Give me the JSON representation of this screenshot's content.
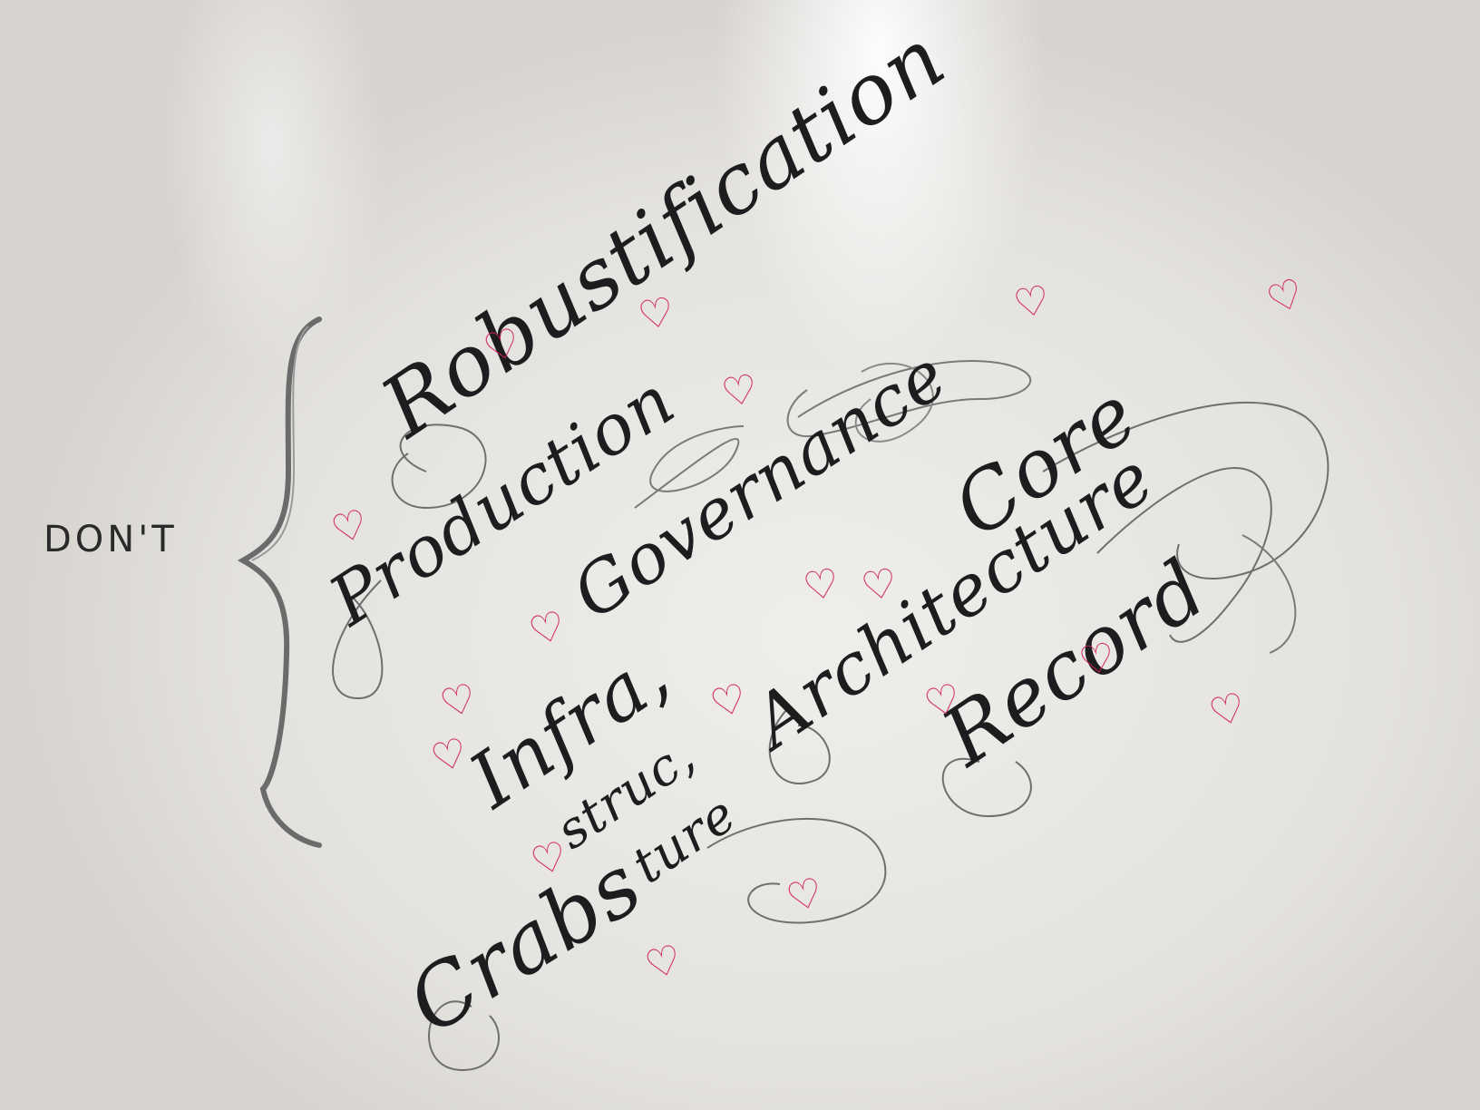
{
  "label": "DON'T",
  "words": {
    "robustification": "Robustification",
    "production": "Production",
    "governance": "Governance",
    "core": "Core",
    "architecture": "Architecture",
    "record": "Record",
    "infra": "Infra,",
    "struc": "struc,",
    "ture": "ture",
    "crabs": "Crabs"
  },
  "heart_glyph": "♡",
  "colors": {
    "ink": "#1d1d1f",
    "heart": "#d21f5a",
    "board": "#e9e7e3"
  }
}
